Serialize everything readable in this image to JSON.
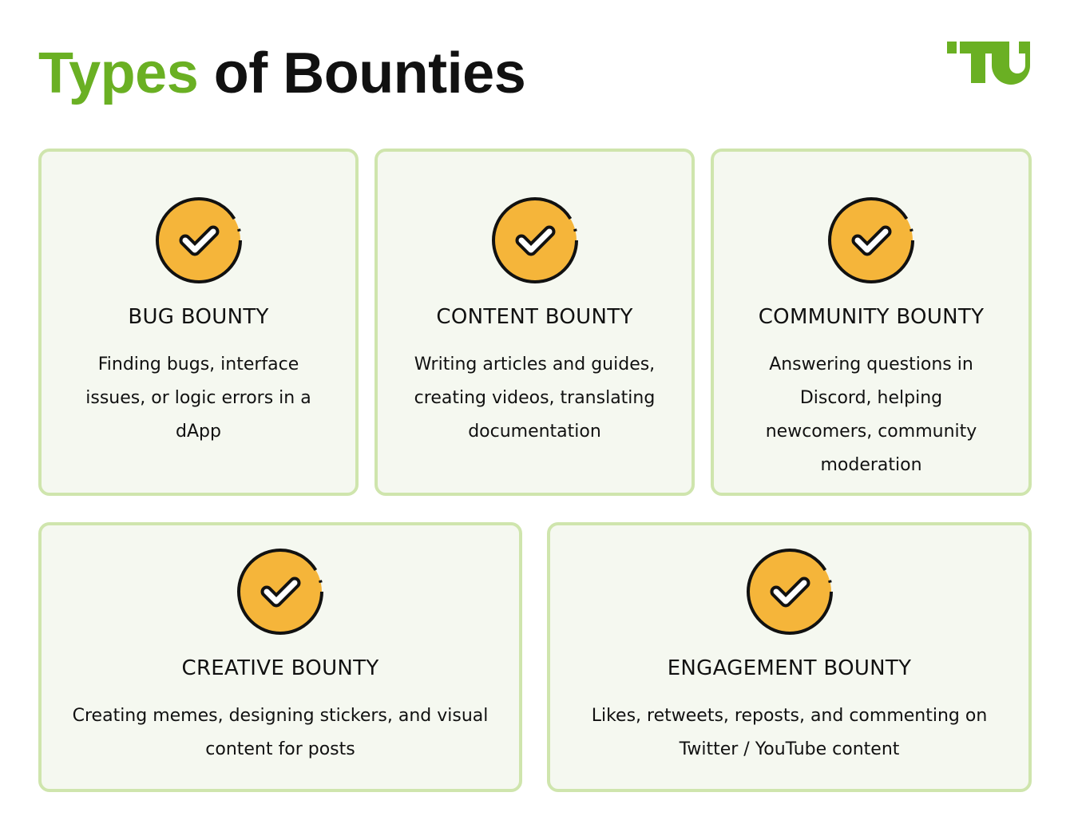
{
  "header": {
    "title_accent": "Types",
    "title_rest": "of Bounties"
  },
  "colors": {
    "accent": "#6ab023",
    "card_background": "#f5f8f0",
    "card_border": "#cfe5ad",
    "icon_fill": "#f5b53a",
    "text": "#111111"
  },
  "cards": [
    {
      "icon": "checkmark-circle-icon",
      "title": "BUG BOUNTY",
      "description": "Finding bugs, interface issues, or logic errors in a dApp"
    },
    {
      "icon": "checkmark-circle-icon",
      "title": "CONTENT BOUNTY",
      "description": "Writing articles and guides, creating videos, translating documentation"
    },
    {
      "icon": "checkmark-circle-icon",
      "title": "COMMUNITY BOUNTY",
      "description": "Answering questions in Discord, helping newcomers, community moderation"
    },
    {
      "icon": "checkmark-circle-icon",
      "title": "CREATIVE BOUNTY",
      "description": "Creating memes, designing stickers, and visual content for posts"
    },
    {
      "icon": "checkmark-circle-icon",
      "title": "ENGAGEMENT BOUNTY",
      "description": "Likes, retweets, reposts, and commenting on Twitter / YouTube content"
    }
  ]
}
